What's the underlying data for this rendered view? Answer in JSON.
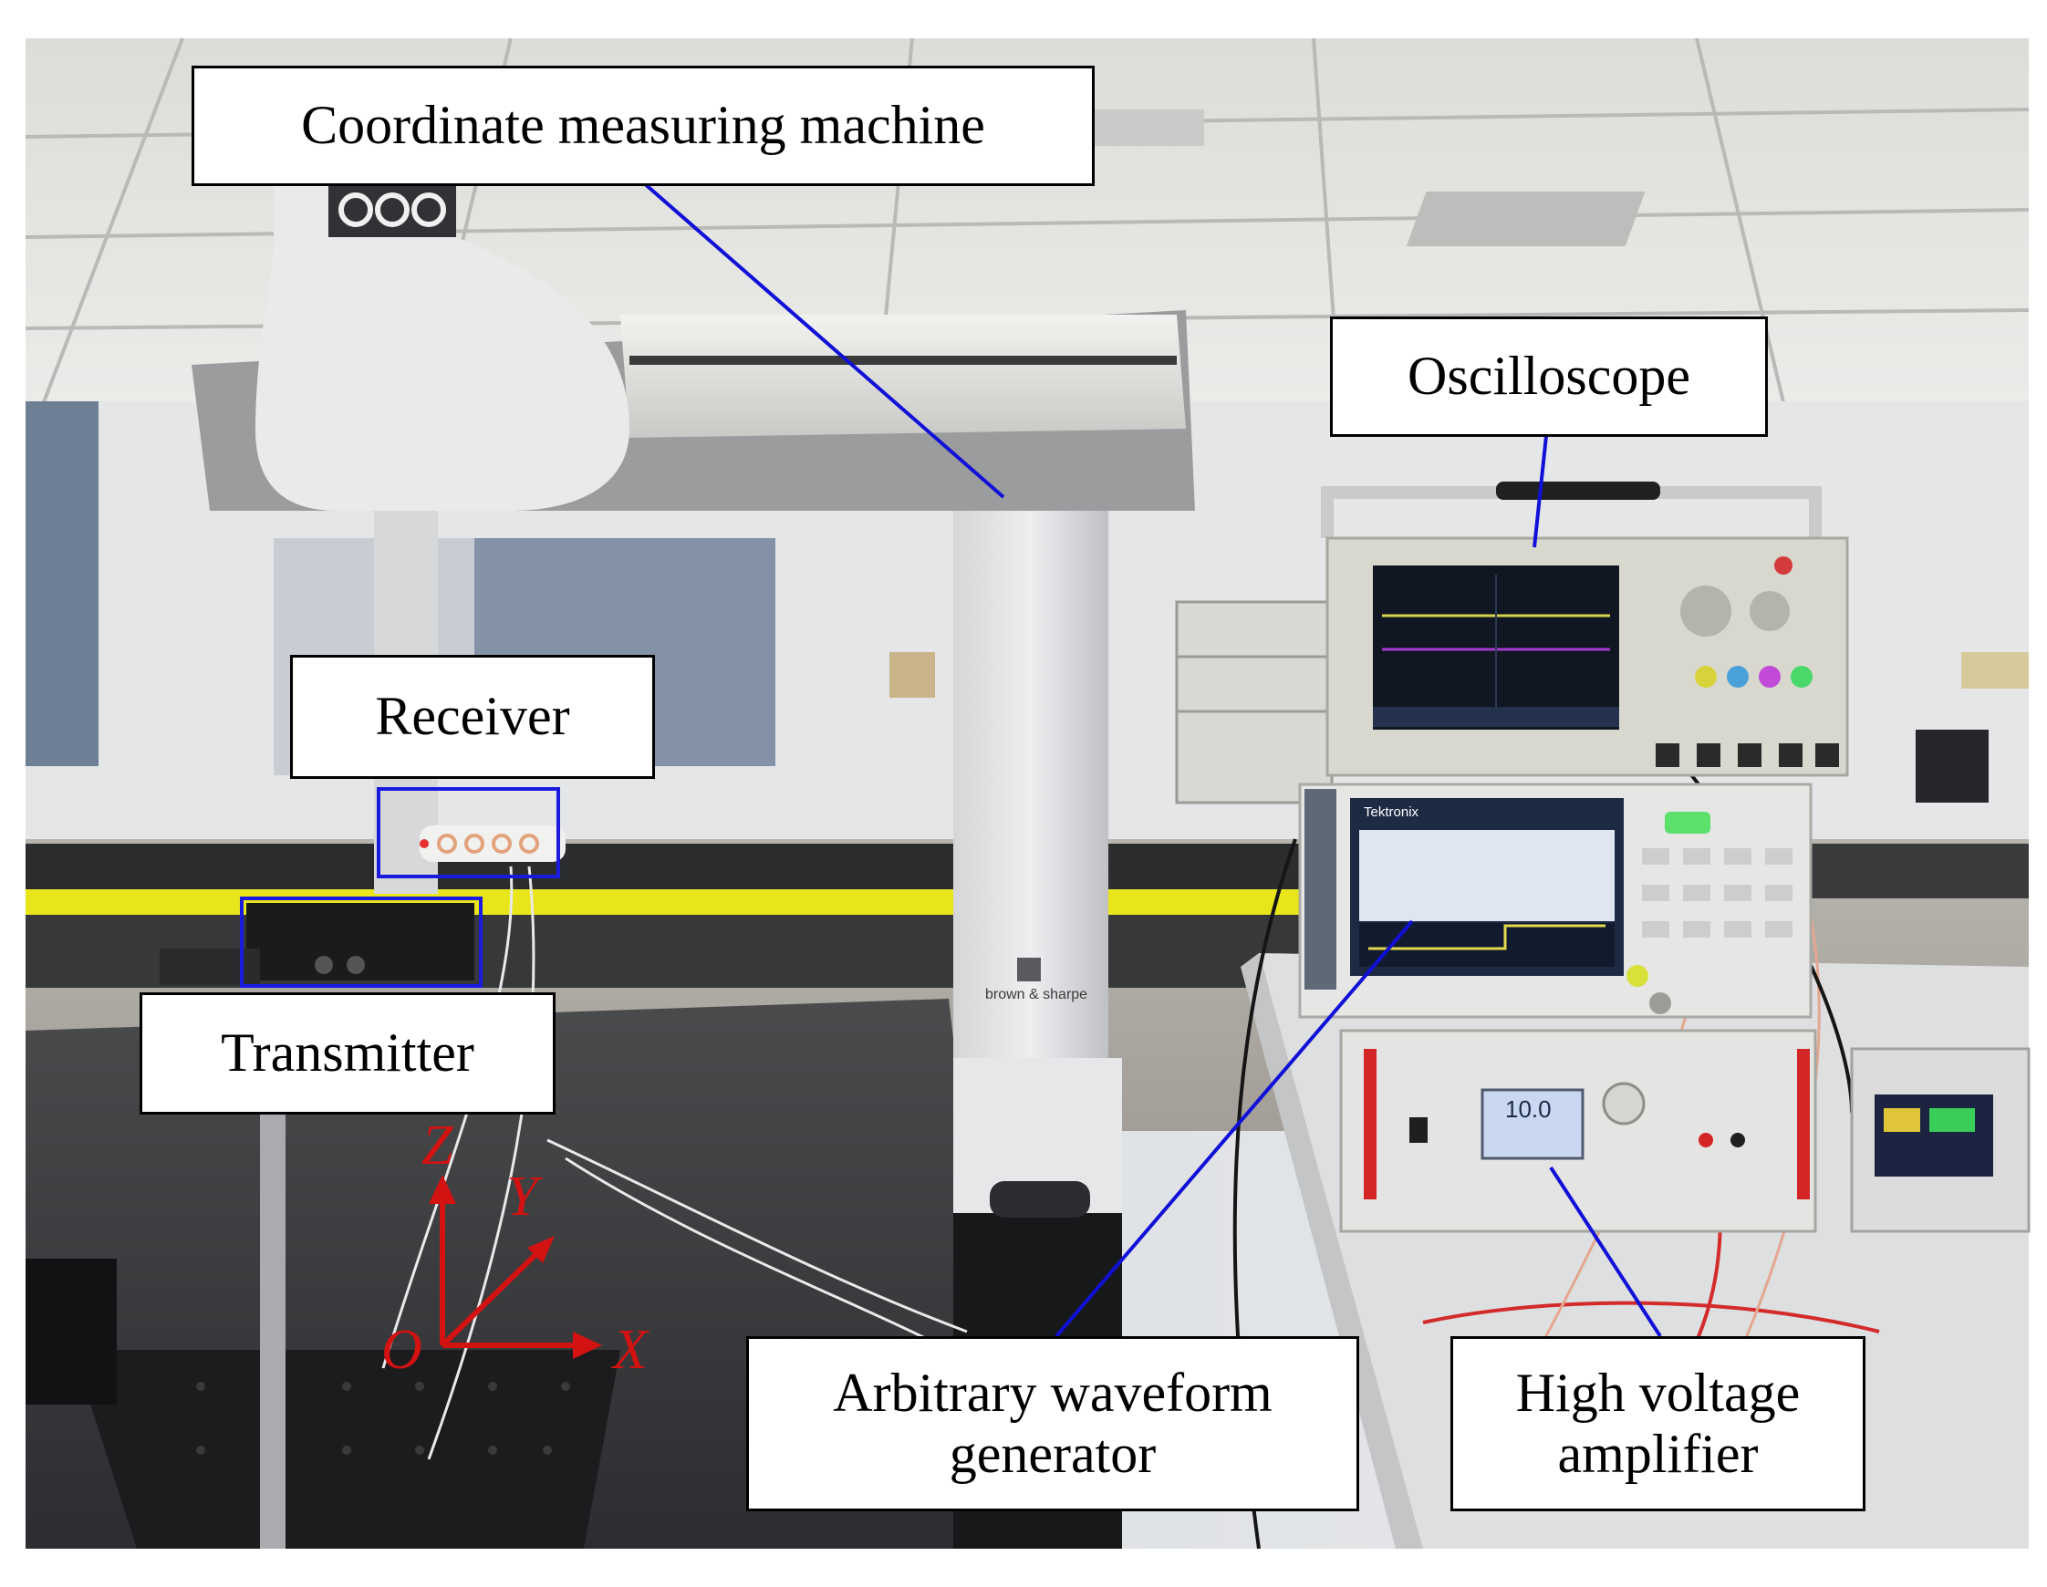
{
  "labels": {
    "cmm": "Coordinate measuring machine",
    "oscilloscope": "Oscilloscope",
    "receiver": "Receiver",
    "transmitter": "Transmitter",
    "awg": [
      "Arbitrary waveform",
      "generator"
    ],
    "amplifier": [
      "High voltage",
      "amplifier"
    ]
  },
  "axes": {
    "z": "Z",
    "y": "Y",
    "x": "X",
    "origin": "O"
  },
  "device_text": {
    "cmm_brand": "brown & sharpe",
    "awg_brand": "Tektronix",
    "amp_display": "10.0"
  },
  "colors": {
    "leader_line": "#1010d8",
    "highlight_box": "#1a1ae0",
    "axis_arrows": "#d31212",
    "label_border": "#000000",
    "yellow_stripe": "#e8e61a"
  },
  "icons": [
    "coordinate-axes-icon"
  ]
}
